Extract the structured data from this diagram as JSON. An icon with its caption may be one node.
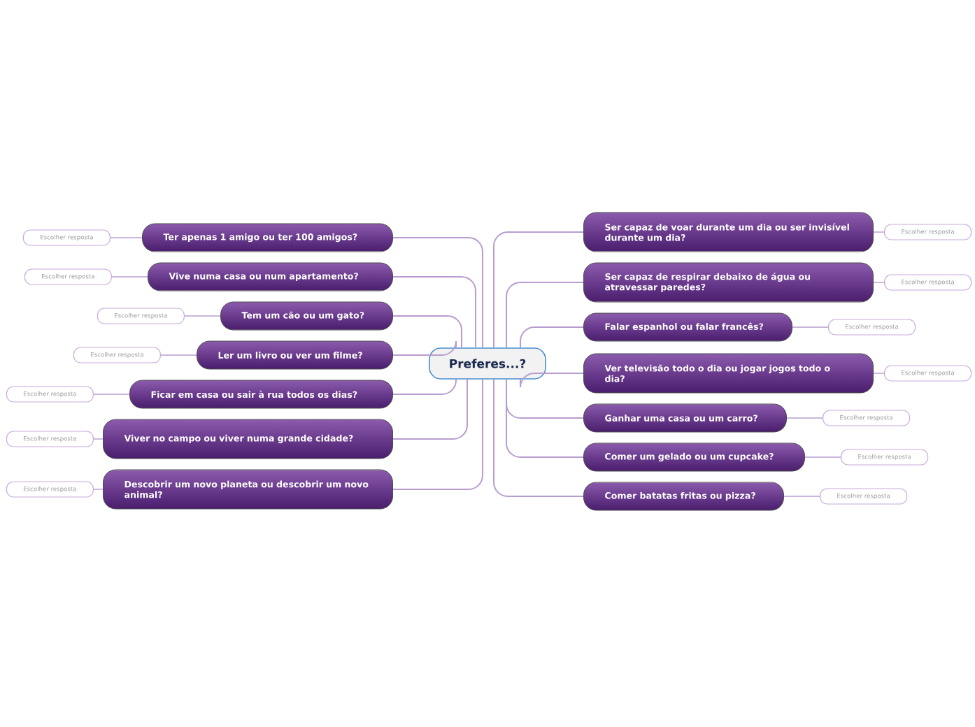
{
  "diagram": {
    "nodes": [
      {
        "text": [
          "Preferes...?"
        ]
      },
      {
        "text": [
          "Ter apenas 1 amigo ou ter 100 amigos?"
        ]
      },
      {
        "text": [
          "Escolher resposta"
        ]
      },
      {
        "text": [
          "Vive numa casa ou num apartamento?"
        ]
      },
      {
        "text": [
          "Escolher resposta"
        ]
      },
      {
        "text": [
          "Tem um cão ou um gato?"
        ]
      },
      {
        "text": [
          "Escolher resposta"
        ]
      },
      {
        "text": [
          "Ler um livro ou ver um filme?"
        ]
      },
      {
        "text": [
          "Escolher resposta"
        ]
      },
      {
        "text": [
          "Ficar em casa ou sair à rua todos os dias?"
        ]
      },
      {
        "text": [
          "Escolher resposta"
        ]
      },
      {
        "text": [
          "Viver no campo ou viver numa grande cidade?"
        ]
      },
      {
        "text": [
          "Escolher resposta"
        ]
      },
      {
        "text": [
          "Descobrir um novo planeta ou descobrir um novo animal?"
        ]
      },
      {
        "text": [
          "Escolher resposta"
        ]
      },
      {
        "text": [
          "Ser capaz de voar durante um dia ou ser invisível durante um dia?"
        ]
      },
      {
        "text": [
          "Escolher resposta"
        ]
      },
      {
        "text": [
          "Ser capaz de respirar debaixo de água ou atravessar paredes?"
        ]
      },
      {
        "text": [
          "Escolher resposta"
        ]
      },
      {
        "text": [
          "Falar espanhol ou falar francês?"
        ]
      },
      {
        "text": [
          "Escolher resposta"
        ]
      },
      {
        "text": [
          "Ver televisão todo o dia ou jogar jogos todo o dia?"
        ]
      },
      {
        "text": [
          "Escolher resposta"
        ]
      },
      {
        "text": [
          "Ganhar uma casa ou um carro?"
        ]
      },
      {
        "text": [
          "Escolher resposta"
        ]
      },
      {
        "text": [
          "Comer um gelado ou um cupcake?"
        ]
      },
      {
        "text": [
          "Escolher resposta"
        ]
      },
      {
        "text": [
          "Comer batatas fritas ou pizza?"
        ]
      },
      {
        "text": [
          "Escolher resposta"
        ]
      }
    ],
    "edges": [
      {
        "from": 0,
        "to": 1,
        "arrow": "none"
      },
      {
        "from": 0,
        "to": 3,
        "arrow": "none"
      },
      {
        "from": 0,
        "to": 5,
        "arrow": "none"
      },
      {
        "from": 0,
        "to": 7,
        "arrow": "none"
      },
      {
        "from": 0,
        "to": 9,
        "arrow": "none"
      },
      {
        "from": 0,
        "to": 11,
        "arrow": "none"
      },
      {
        "from": 0,
        "to": 13,
        "arrow": "none"
      },
      {
        "from": 0,
        "to": 15,
        "arrow": "none"
      },
      {
        "from": 0,
        "to": 17,
        "arrow": "none"
      },
      {
        "from": 0,
        "to": 19,
        "arrow": "none"
      },
      {
        "from": 0,
        "to": 21,
        "arrow": "none"
      },
      {
        "from": 0,
        "to": 23,
        "arrow": "none"
      },
      {
        "from": 0,
        "to": 25,
        "arrow": "none"
      },
      {
        "from": 0,
        "to": 27,
        "arrow": "none"
      },
      {
        "from": 1,
        "to": 2,
        "arrow": "none"
      },
      {
        "from": 3,
        "to": 4,
        "arrow": "none"
      },
      {
        "from": 5,
        "to": 6,
        "arrow": "none"
      },
      {
        "from": 7,
        "to": 8,
        "arrow": "none"
      },
      {
        "from": 9,
        "to": 10,
        "arrow": "none"
      },
      {
        "from": 11,
        "to": 12,
        "arrow": "none"
      },
      {
        "from": 13,
        "to": 14,
        "arrow": "none"
      },
      {
        "from": 15,
        "to": 16,
        "arrow": "none"
      },
      {
        "from": 17,
        "to": 18,
        "arrow": "none"
      },
      {
        "from": 19,
        "to": 20,
        "arrow": "none"
      },
      {
        "from": 21,
        "to": 22,
        "arrow": "none"
      },
      {
        "from": 23,
        "to": 24,
        "arrow": "none"
      },
      {
        "from": 25,
        "to": 26,
        "arrow": "none"
      },
      {
        "from": 27,
        "to": 28,
        "arrow": "none"
      }
    ]
  }
}
